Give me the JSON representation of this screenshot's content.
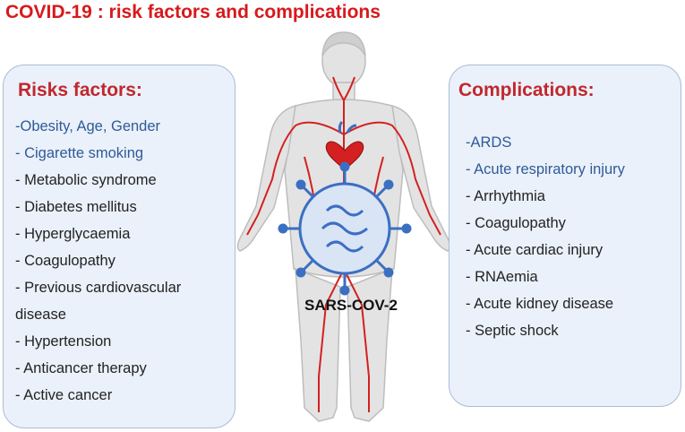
{
  "title": "COVID-19 : risk factors and complications",
  "risk_factors": {
    "heading": "Risks factors:",
    "items": [
      "-Obesity, Age, Gender",
      "- Cigarette smoking",
      "- Metabolic syndrome",
      "- Diabetes mellitus",
      "- Hyperglycaemia",
      "- Coagulopathy",
      "- Previous cardiovascular",
      "disease",
      "- Hypertension",
      "- Anticancer therapy",
      "- Active cancer"
    ]
  },
  "complications": {
    "heading": "Complications:",
    "items": [
      "-ARDS",
      "- Acute respiratory injury",
      "- Arrhythmia",
      "- Coagulopathy",
      "- Acute cardiac injury",
      "- RNAemia",
      "- Acute kidney disease",
      "- Septic shock"
    ]
  },
  "virus_label": "SARS-COV-2",
  "colors": {
    "title": "#d7191c",
    "heading": "#c1272d",
    "panel_bg": "#eaf1fa",
    "panel_border": "#a9bcd6",
    "item_blue": "#2f5a98",
    "item_dark": "#222222",
    "vessel": "#d42020",
    "virus": "#3b6fc2"
  },
  "icons": [
    "human-body-icon",
    "heart-icon",
    "virus-icon"
  ]
}
